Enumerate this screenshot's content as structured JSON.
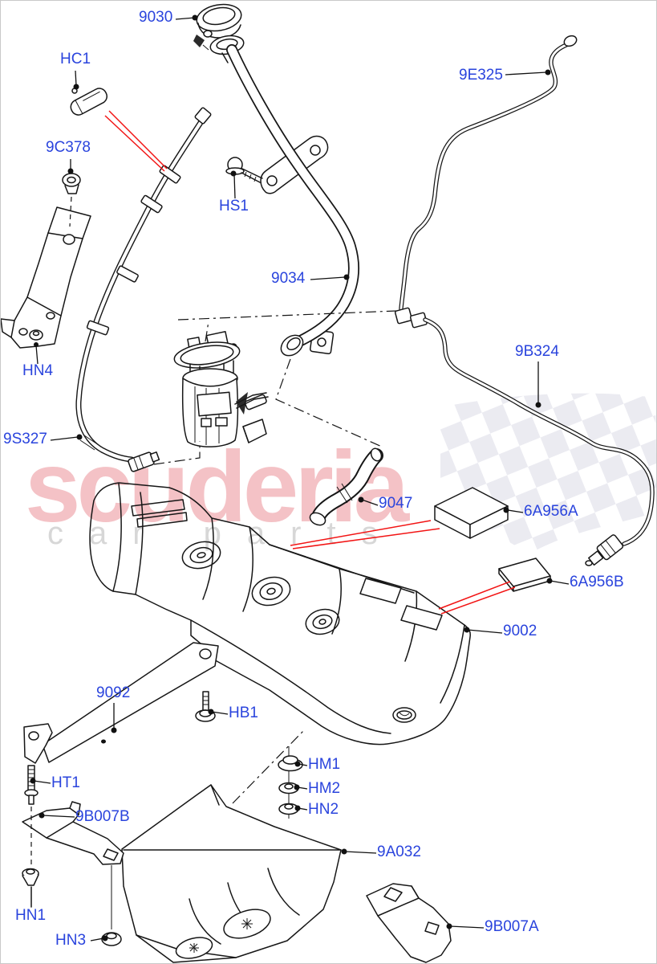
{
  "labels": {
    "9030": "9030",
    "HC1": "HC1",
    "9C378": "9C378",
    "HS1": "HS1",
    "9034": "9034",
    "9E325": "9E325",
    "9B324": "9B324",
    "HN4": "HN4",
    "9S327": "9S327",
    "9047": "9047",
    "6A956A": "6A956A",
    "6A956B": "6A956B",
    "9002": "9002",
    "9092": "9092",
    "HB1": "HB1",
    "HT1": "HT1",
    "9B007B": "9B007B",
    "HN1": "HN1",
    "HN3": "HN3",
    "HM1": "HM1",
    "HM2": "HM2",
    "HN2": "HN2",
    "9A032": "9A032",
    "9B007A": "9B007A"
  },
  "watermark": {
    "line1": "scuderia",
    "line2": "car parts"
  },
  "colors": {
    "label_text": "#2a44dd",
    "line_art": "#161616",
    "pointer_red": "#f21414",
    "watermark_pink": "#f4c2c6",
    "watermark_gray": "#d7d7d7",
    "checker_gray": "#e7e7ef",
    "background": "#ffffff"
  }
}
